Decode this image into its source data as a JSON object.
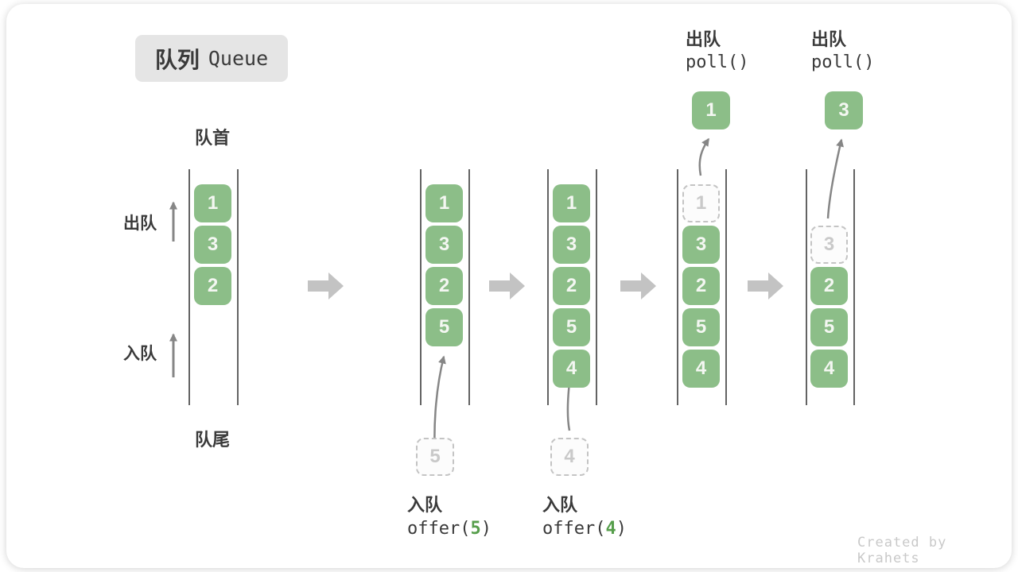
{
  "title": {
    "zh": "队列",
    "en": "Queue"
  },
  "labels": {
    "front": "队首",
    "rear": "队尾",
    "dequeue": "出队",
    "enqueue": "入队"
  },
  "columns": [
    {
      "boxes": [
        "1",
        "3",
        "2"
      ]
    },
    {
      "boxes": [
        "1",
        "3",
        "2",
        "5"
      ],
      "incoming": "5"
    },
    {
      "boxes": [
        "1",
        "3",
        "2",
        "5",
        "4"
      ],
      "incoming": "4"
    },
    {
      "ghost": "1",
      "boxes": [
        "3",
        "2",
        "5",
        "4"
      ],
      "popped": "1"
    },
    {
      "ghost": "3",
      "boxes": [
        "2",
        "5",
        "4"
      ],
      "popped": "3"
    }
  ],
  "operations": {
    "enqueue5": {
      "label": "入队",
      "code_prefix": "offer(",
      "arg": "5",
      "code_suffix": ")"
    },
    "enqueue4": {
      "label": "入队",
      "code_prefix": "offer(",
      "arg": "4",
      "code_suffix": ")"
    },
    "poll1": {
      "label": "出队",
      "code": "poll()"
    },
    "poll2": {
      "label": "出队",
      "code": "poll()"
    }
  },
  "watermark": "Created by Krahets",
  "icons": {
    "flow_arrow": "right-block-arrow",
    "dequeue_arrow": "up-arrow",
    "enqueue_arrow": "up-arrow",
    "transfer_arrows": "curved-up-arrow"
  },
  "colors": {
    "box_green": "#8cbe88",
    "box_text": "#f4f7f2",
    "code_accent_green": "#569e4b",
    "ghost_border": "#c4c4c4",
    "ghost_text": "#c9c9c9",
    "flow_arrow_gray": "#c3c3c3",
    "thin_arrow_gray": "#868686",
    "rail_gray": "#636363",
    "text_dark": "#3a3a3a",
    "badge_bg": "#e5e5e5",
    "watermark_gray": "#c9c9c9"
  }
}
